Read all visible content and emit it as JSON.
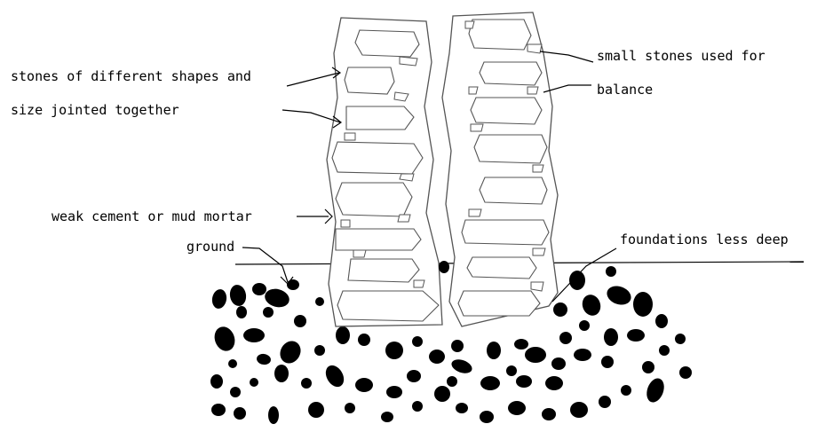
{
  "labels": {
    "stones_line1": "stones of different shapes and",
    "stones_line2": "size jointed together",
    "mortar": "weak cement or mud mortar",
    "ground": "ground",
    "small_stones_line1": "small stones used for",
    "small_stones_line2": "balance",
    "foundations": "foundations less deep"
  }
}
